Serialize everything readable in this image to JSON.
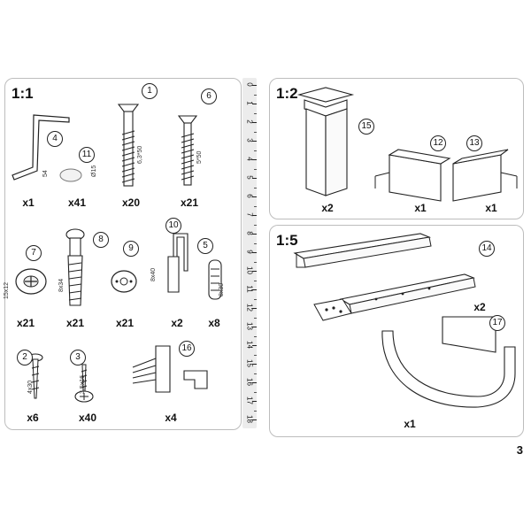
{
  "page_number": "3",
  "panels": {
    "fasteners": {
      "scale": "1:1",
      "items": [
        {
          "callout": "4",
          "dim": "54",
          "qty": "x1"
        },
        {
          "callout": "11",
          "dim": "Ø15",
          "qty": "x41"
        },
        {
          "callout": "1",
          "dim": "6,3*50",
          "qty": "x20"
        },
        {
          "callout": "6",
          "dim": "5*50",
          "qty": "x21"
        },
        {
          "callout": "7",
          "dim": "15x12",
          "qty": "x21"
        },
        {
          "callout": "8",
          "dim": "8x34",
          "qty": "x21"
        },
        {
          "callout": "9",
          "dim": "",
          "qty": "x21"
        },
        {
          "callout": "10",
          "dim": "8x40",
          "qty": "x2"
        },
        {
          "callout": "5",
          "dim": "8x30",
          "qty": "x8"
        },
        {
          "callout": "2",
          "dim": "4x30",
          "qty": "x6"
        },
        {
          "callout": "3",
          "dim": "3,5x16",
          "qty": "x40"
        },
        {
          "callout": "16",
          "dim": "",
          "qty": "x4"
        }
      ]
    },
    "legs": {
      "scale": "1:2",
      "items": [
        {
          "callout": "15",
          "qty": "x2"
        },
        {
          "callout": "12",
          "qty": "x1"
        },
        {
          "callout": "13",
          "qty": "x1"
        }
      ]
    },
    "slides": {
      "scale": "1:5",
      "items": [
        {
          "callout": "14",
          "qty": "x2"
        },
        {
          "callout": "17",
          "qty": "x1"
        }
      ]
    }
  },
  "ruler": {
    "numbers": [
      "0",
      "1",
      "2",
      "3",
      "4",
      "5",
      "6",
      "7",
      "8",
      "9",
      "10",
      "11",
      "12",
      "13",
      "14",
      "15",
      "16",
      "17",
      "18"
    ]
  }
}
